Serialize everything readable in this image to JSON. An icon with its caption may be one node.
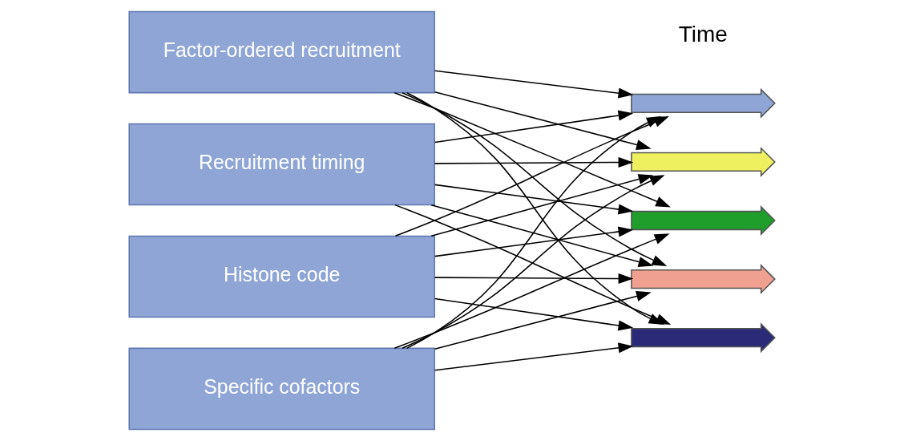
{
  "diagram": {
    "nodes": [
      {
        "text": [
          "Factor-ordered recruitment"
        ]
      },
      {
        "text": [
          "Recruitment timing"
        ]
      },
      {
        "text": [
          "Histone code"
        ]
      },
      {
        "text": [
          "Specific cofactors"
        ]
      },
      {
        "text": [],
        "shape": "arrow"
      },
      {
        "text": [],
        "shape": "arrow"
      },
      {
        "text": [],
        "shape": "arrow"
      },
      {
        "text": [],
        "shape": "arrow"
      },
      {
        "text": [],
        "shape": "arrow"
      }
    ],
    "edges": [
      {
        "from": 0,
        "to": 4,
        "arrow": "to"
      },
      {
        "from": 0,
        "to": 5,
        "arrow": "to"
      },
      {
        "from": 0,
        "to": 6,
        "arrow": "to"
      },
      {
        "from": 0,
        "to": 7,
        "arrow": "to"
      },
      {
        "from": 0,
        "to": 8,
        "arrow": "to"
      },
      {
        "from": 1,
        "to": 4,
        "arrow": "to"
      },
      {
        "from": 1,
        "to": 5,
        "arrow": "to"
      },
      {
        "from": 1,
        "to": 6,
        "arrow": "to"
      },
      {
        "from": 1,
        "to": 7,
        "arrow": "to"
      },
      {
        "from": 1,
        "to": 8,
        "arrow": "to"
      },
      {
        "from": 2,
        "to": 4,
        "arrow": "to"
      },
      {
        "from": 2,
        "to": 5,
        "arrow": "to"
      },
      {
        "from": 2,
        "to": 6,
        "arrow": "to"
      },
      {
        "from": 2,
        "to": 7,
        "arrow": "to"
      },
      {
        "from": 2,
        "to": 8,
        "arrow": "to"
      },
      {
        "from": 3,
        "to": 4,
        "arrow": "to"
      },
      {
        "from": 3,
        "to": 5,
        "arrow": "to"
      },
      {
        "from": 3,
        "to": 6,
        "arrow": "to"
      },
      {
        "from": 3,
        "to": 7,
        "arrow": "to"
      },
      {
        "from": 3,
        "to": 8,
        "arrow": "to"
      }
    ],
    "labels": [
      "Time"
    ]
  }
}
